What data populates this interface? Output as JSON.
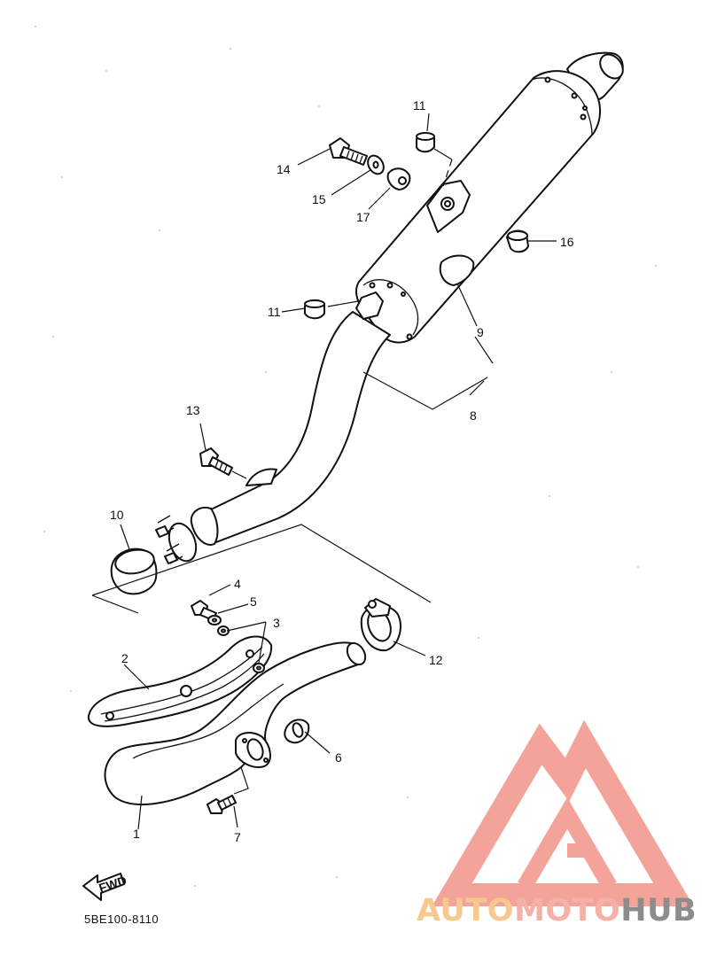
{
  "diagram": {
    "callouts": {
      "p1": "1",
      "p2": "2",
      "p3": "3",
      "p4": "4",
      "p5": "5",
      "p6": "6",
      "p7": "7",
      "p8": "8",
      "p9": "9",
      "p10": "10",
      "p11a": "11",
      "p11b": "11",
      "p12": "12",
      "p13": "13",
      "p14": "14",
      "p15": "15",
      "p16": "16",
      "p17": "17"
    },
    "fwd_label": "FWD",
    "diagram_code": "5BE100-8110"
  },
  "watermark": {
    "part1": "AUTO",
    "part2": "MOTO",
    "part3": "HUB",
    "colors": {
      "logo": "#f29a8e",
      "auto": "#f7c98f",
      "moto": "#f5b1a8",
      "hub": "#8c8c8c"
    }
  }
}
